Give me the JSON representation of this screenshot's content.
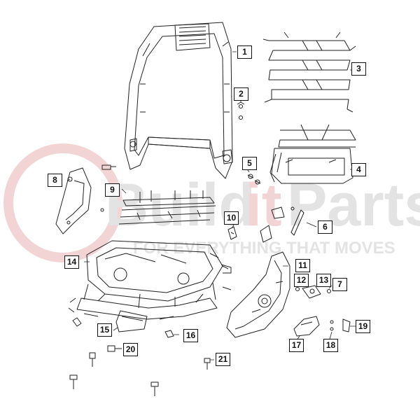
{
  "watermark": {
    "brand_part1": "Build",
    "brand_part2": "it",
    "brand_part3": "Parts",
    "tagline": "FOR EVERYTHING THAT MOVES",
    "color_light": "#f2d4d4",
    "color_grey": "#e3e3e3"
  },
  "colors": {
    "line": "#222222",
    "callout_border": "#111111"
  },
  "callouts": [
    {
      "id": "c1",
      "label": "1"
    },
    {
      "id": "c2",
      "label": "2"
    },
    {
      "id": "c3",
      "label": "3"
    },
    {
      "id": "c4",
      "label": "4"
    },
    {
      "id": "c5",
      "label": "5"
    },
    {
      "id": "c6",
      "label": "6"
    },
    {
      "id": "c7",
      "label": "7"
    },
    {
      "id": "c8",
      "label": "8"
    },
    {
      "id": "c9",
      "label": "9"
    },
    {
      "id": "c10",
      "label": "10"
    },
    {
      "id": "c11",
      "label": "11"
    },
    {
      "id": "c12",
      "label": "12"
    },
    {
      "id": "c13",
      "label": "13"
    },
    {
      "id": "c14",
      "label": "14"
    },
    {
      "id": "c15",
      "label": "15"
    },
    {
      "id": "c16",
      "label": "16"
    },
    {
      "id": "c17",
      "label": "17"
    },
    {
      "id": "c18",
      "label": "18"
    },
    {
      "id": "c19",
      "label": "19"
    },
    {
      "id": "c20",
      "label": "20"
    },
    {
      "id": "c21",
      "label": "21"
    }
  ]
}
